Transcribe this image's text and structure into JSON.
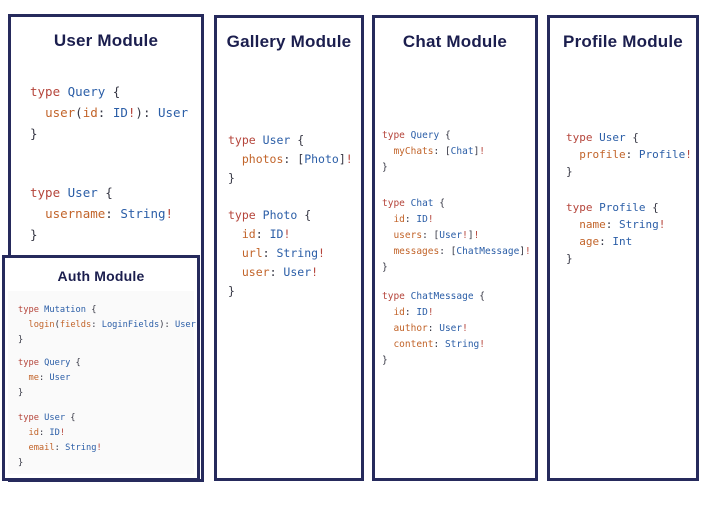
{
  "colors": {
    "border": "#262a5c",
    "title": "#1b1e4e",
    "keyword": "#b5453b",
    "type_name": "#2b5ea7",
    "field": "#c2642a",
    "punct": "#363744",
    "bang": "#b5453b",
    "background": "#ffffff",
    "auth_code_background": "#fafafa"
  },
  "modules": {
    "user": {
      "title": "User Module",
      "blocks": [
        [
          [
            [
              "k",
              "type"
            ],
            [
              "p",
              " "
            ],
            [
              "t",
              "Query"
            ],
            [
              "p",
              " {"
            ]
          ],
          [
            [
              "p",
              "  "
            ],
            [
              "f",
              "user"
            ],
            [
              "p",
              "("
            ],
            [
              "f",
              "id"
            ],
            [
              "p",
              ": "
            ],
            [
              "t",
              "ID"
            ],
            [
              "b",
              "!"
            ],
            [
              "p",
              "): "
            ],
            [
              "t",
              "User"
            ]
          ],
          [
            [
              "p",
              "}"
            ]
          ]
        ],
        [
          [
            [
              "k",
              "type"
            ],
            [
              "p",
              " "
            ],
            [
              "t",
              "User"
            ],
            [
              "p",
              " {"
            ]
          ],
          [
            [
              "p",
              "  "
            ],
            [
              "f",
              "username"
            ],
            [
              "p",
              ": "
            ],
            [
              "t",
              "String"
            ],
            [
              "b",
              "!"
            ]
          ],
          [
            [
              "p",
              "}"
            ]
          ]
        ]
      ]
    },
    "auth": {
      "title": "Auth Module",
      "blocks": [
        [
          [
            [
              "k",
              "type"
            ],
            [
              "p",
              " "
            ],
            [
              "t",
              "Mutation"
            ],
            [
              "p",
              " {"
            ]
          ],
          [
            [
              "p",
              "  "
            ],
            [
              "f",
              "login"
            ],
            [
              "p",
              "("
            ],
            [
              "f",
              "fields"
            ],
            [
              "p",
              ": "
            ],
            [
              "t",
              "LoginFields"
            ],
            [
              "p",
              "): "
            ],
            [
              "t",
              "User"
            ]
          ],
          [
            [
              "p",
              "}"
            ]
          ]
        ],
        [
          [
            [
              "k",
              "type"
            ],
            [
              "p",
              " "
            ],
            [
              "t",
              "Query"
            ],
            [
              "p",
              " {"
            ]
          ],
          [
            [
              "p",
              "  "
            ],
            [
              "f",
              "me"
            ],
            [
              "p",
              ": "
            ],
            [
              "t",
              "User"
            ]
          ],
          [
            [
              "p",
              "}"
            ]
          ]
        ],
        [
          [
            [
              "k",
              "type"
            ],
            [
              "p",
              " "
            ],
            [
              "t",
              "User"
            ],
            [
              "p",
              " {"
            ]
          ],
          [
            [
              "p",
              "  "
            ],
            [
              "f",
              "id"
            ],
            [
              "p",
              ": "
            ],
            [
              "t",
              "ID"
            ],
            [
              "b",
              "!"
            ]
          ],
          [
            [
              "p",
              "  "
            ],
            [
              "f",
              "email"
            ],
            [
              "p",
              ": "
            ],
            [
              "t",
              "String"
            ],
            [
              "b",
              "!"
            ]
          ],
          [
            [
              "p",
              "}"
            ]
          ]
        ]
      ]
    },
    "gallery": {
      "title": "Gallery Module",
      "blocks": [
        [
          [
            [
              "k",
              "type"
            ],
            [
              "p",
              " "
            ],
            [
              "t",
              "User"
            ],
            [
              "p",
              " {"
            ]
          ],
          [
            [
              "p",
              "  "
            ],
            [
              "f",
              "photos"
            ],
            [
              "p",
              ": ["
            ],
            [
              "t",
              "Photo"
            ],
            [
              "p",
              "]"
            ],
            [
              "b",
              "!"
            ]
          ],
          [
            [
              "p",
              "}"
            ]
          ]
        ],
        [
          [
            [
              "k",
              "type"
            ],
            [
              "p",
              " "
            ],
            [
              "t",
              "Photo"
            ],
            [
              "p",
              " {"
            ]
          ],
          [
            [
              "p",
              "  "
            ],
            [
              "f",
              "id"
            ],
            [
              "p",
              ": "
            ],
            [
              "t",
              "ID"
            ],
            [
              "b",
              "!"
            ]
          ],
          [
            [
              "p",
              "  "
            ],
            [
              "f",
              "url"
            ],
            [
              "p",
              ": "
            ],
            [
              "t",
              "String"
            ],
            [
              "b",
              "!"
            ]
          ],
          [
            [
              "p",
              "  "
            ],
            [
              "f",
              "user"
            ],
            [
              "p",
              ": "
            ],
            [
              "t",
              "User"
            ],
            [
              "b",
              "!"
            ]
          ],
          [
            [
              "p",
              "}"
            ]
          ]
        ]
      ]
    },
    "chat": {
      "title": "Chat Module",
      "blocks": [
        [
          [
            [
              "k",
              "type"
            ],
            [
              "p",
              " "
            ],
            [
              "t",
              "Query"
            ],
            [
              "p",
              " {"
            ]
          ],
          [
            [
              "p",
              "  "
            ],
            [
              "f",
              "myChats"
            ],
            [
              "p",
              ": ["
            ],
            [
              "t",
              "Chat"
            ],
            [
              "p",
              "]"
            ],
            [
              "b",
              "!"
            ]
          ],
          [
            [
              "p",
              "}"
            ]
          ]
        ],
        [
          [
            [
              "k",
              "type"
            ],
            [
              "p",
              " "
            ],
            [
              "t",
              "Chat"
            ],
            [
              "p",
              " {"
            ]
          ],
          [
            [
              "p",
              "  "
            ],
            [
              "f",
              "id"
            ],
            [
              "p",
              ": "
            ],
            [
              "t",
              "ID"
            ],
            [
              "b",
              "!"
            ]
          ],
          [
            [
              "p",
              "  "
            ],
            [
              "f",
              "users"
            ],
            [
              "p",
              ": ["
            ],
            [
              "t",
              "User"
            ],
            [
              "b",
              "!"
            ],
            [
              "p",
              "]"
            ],
            [
              "b",
              "!"
            ]
          ],
          [
            [
              "p",
              "  "
            ],
            [
              "f",
              "messages"
            ],
            [
              "p",
              ": ["
            ],
            [
              "t",
              "ChatMessage"
            ],
            [
              "p",
              "]"
            ],
            [
              "b",
              "!"
            ]
          ],
          [
            [
              "p",
              "}"
            ]
          ]
        ],
        [
          [
            [
              "k",
              "type"
            ],
            [
              "p",
              " "
            ],
            [
              "t",
              "ChatMessage"
            ],
            [
              "p",
              " {"
            ]
          ],
          [
            [
              "p",
              "  "
            ],
            [
              "f",
              "id"
            ],
            [
              "p",
              ": "
            ],
            [
              "t",
              "ID"
            ],
            [
              "b",
              "!"
            ]
          ],
          [
            [
              "p",
              "  "
            ],
            [
              "f",
              "author"
            ],
            [
              "p",
              ": "
            ],
            [
              "t",
              "User"
            ],
            [
              "b",
              "!"
            ]
          ],
          [
            [
              "p",
              "  "
            ],
            [
              "f",
              "content"
            ],
            [
              "p",
              ": "
            ],
            [
              "t",
              "String"
            ],
            [
              "b",
              "!"
            ]
          ],
          [
            [
              "p",
              "}"
            ]
          ]
        ]
      ]
    },
    "profile": {
      "title": "Profile Module",
      "blocks": [
        [
          [
            [
              "k",
              "type"
            ],
            [
              "p",
              " "
            ],
            [
              "t",
              "User"
            ],
            [
              "p",
              " {"
            ]
          ],
          [
            [
              "p",
              "  "
            ],
            [
              "f",
              "profile"
            ],
            [
              "p",
              ": "
            ],
            [
              "t",
              "Profile"
            ],
            [
              "b",
              "!"
            ]
          ],
          [
            [
              "p",
              "}"
            ]
          ]
        ],
        [
          [
            [
              "k",
              "type"
            ],
            [
              "p",
              " "
            ],
            [
              "t",
              "Profile"
            ],
            [
              "p",
              " {"
            ]
          ],
          [
            [
              "p",
              "  "
            ],
            [
              "f",
              "name"
            ],
            [
              "p",
              ": "
            ],
            [
              "t",
              "String"
            ],
            [
              "b",
              "!"
            ]
          ],
          [
            [
              "p",
              "  "
            ],
            [
              "f",
              "age"
            ],
            [
              "p",
              ": "
            ],
            [
              "t",
              "Int"
            ]
          ],
          [
            [
              "p",
              "}"
            ]
          ]
        ]
      ]
    }
  }
}
